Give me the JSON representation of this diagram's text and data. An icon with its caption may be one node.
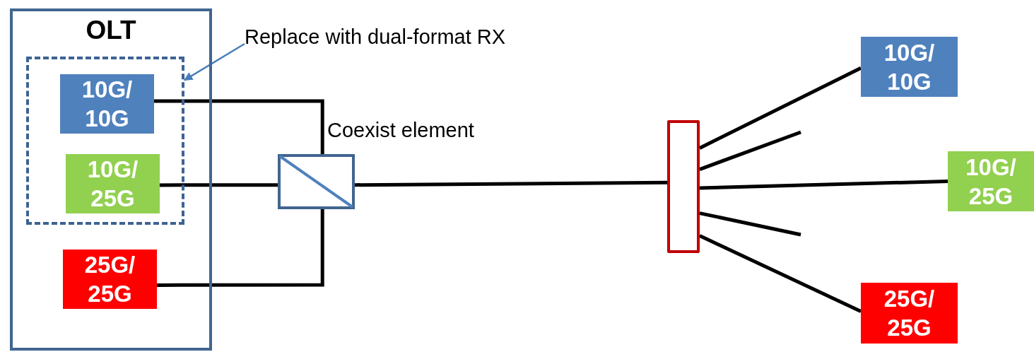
{
  "diagram": {
    "nodes": [
      {
        "text": [
          "OLT"
        ]
      },
      {
        "text": [],
        "shape": "box",
        "in": 0
      },
      {
        "text": [
          "10G/ 10G"
        ],
        "in": 1
      },
      {
        "text": [
          "10G/ 25G"
        ],
        "in": 1
      },
      {
        "text": [
          "25G/ 25G"
        ],
        "in": 0
      },
      {
        "text": [
          "Replace with dual-format RX"
        ]
      },
      {
        "text": [
          "Coexist element"
        ]
      },
      {
        "text": [],
        "shape": "box"
      },
      {
        "text": [
          "10G/ 10G"
        ]
      },
      {
        "text": [
          "10G/ 25G"
        ]
      },
      {
        "text": [
          "25G/ 25G"
        ]
      }
    ],
    "edges": [
      {
        "from": 2,
        "to": 6,
        "arrow": "none"
      },
      {
        "from": 3,
        "to": 6,
        "arrow": "none"
      },
      {
        "from": 4,
        "to": 6,
        "arrow": "none"
      },
      {
        "from": 6,
        "to": 7,
        "arrow": "none"
      },
      {
        "from": 7,
        "to": 8,
        "arrow": "none"
      },
      {
        "from": 7,
        "to": null,
        "arrow": "none"
      },
      {
        "from": 7,
        "to": 9,
        "arrow": "none"
      },
      {
        "from": 7,
        "to": null,
        "arrow": "none"
      },
      {
        "from": 7,
        "to": 10,
        "arrow": "none"
      },
      {
        "from": 5,
        "to": 1,
        "arrow": "to",
        "color": "#4a7ebb"
      }
    ]
  }
}
